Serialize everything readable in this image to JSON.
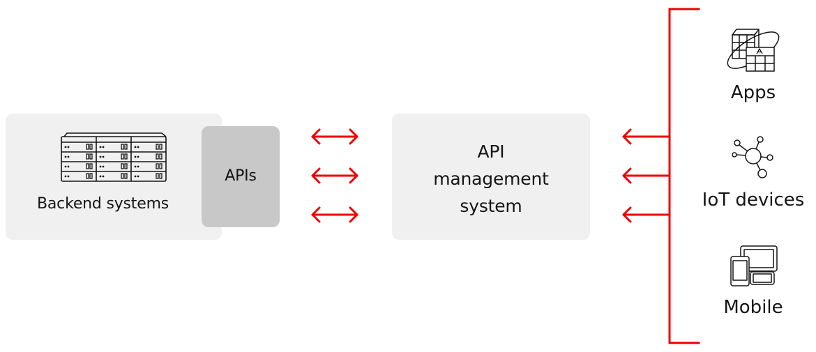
{
  "backend": {
    "label": "Backend systems",
    "icon": "server-rack-icon"
  },
  "apis": {
    "label": "APIs"
  },
  "management": {
    "line1": "API",
    "line2": "management",
    "line3": "system"
  },
  "consumers": {
    "apps": {
      "label": "Apps",
      "icon": "apps-icon"
    },
    "iot": {
      "label": "IoT devices",
      "icon": "iot-network-icon"
    },
    "mobile": {
      "label": "Mobile",
      "icon": "mobile-devices-icon"
    }
  },
  "colors": {
    "accent": "#ee0000",
    "box": "#f0f0f0",
    "apis_box": "#c8c8c8",
    "text": "#151515"
  }
}
